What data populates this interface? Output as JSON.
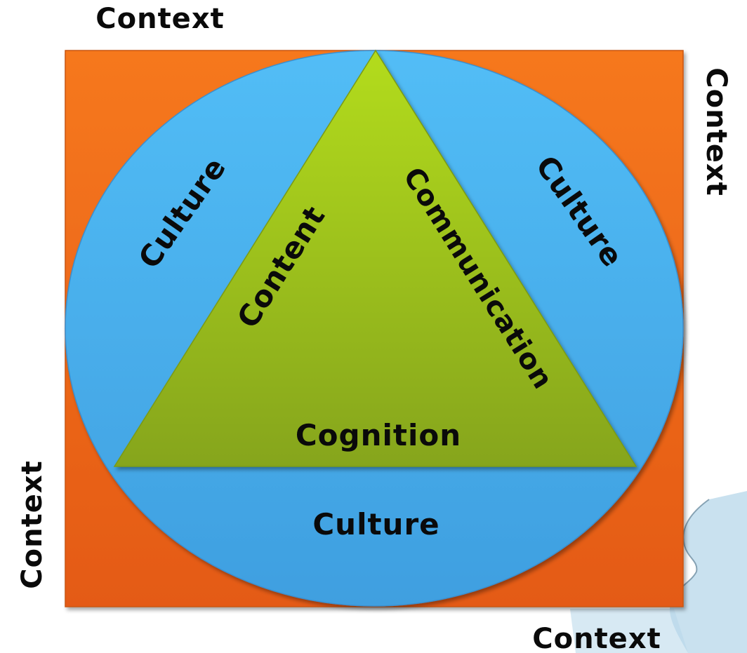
{
  "diagram": {
    "outer_square_label_top": "Context",
    "outer_square_label_right": "Context",
    "outer_square_label_left": "Context",
    "outer_square_label_bottom": "Context",
    "circle_label_upper_left": "Culture",
    "circle_label_upper_right": "Culture",
    "circle_label_bottom": "Culture",
    "triangle_label_left_side": "Content",
    "triangle_label_right_side": "Communication",
    "triangle_label_base": "Cognition"
  },
  "colors": {
    "context_square": "#f26a1b",
    "culture_circle": "#4ab3ef",
    "triangle": "#98bd1a",
    "text": "#0a0a0a"
  }
}
